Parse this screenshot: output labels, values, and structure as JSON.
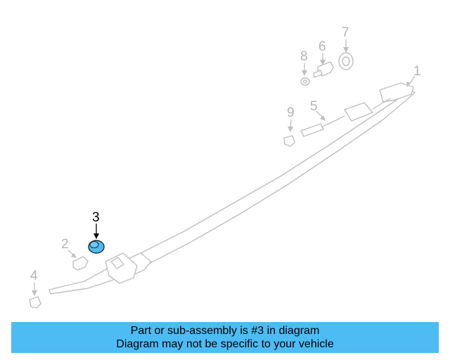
{
  "diagram": {
    "callouts": [
      {
        "id": "1",
        "label": "1"
      },
      {
        "id": "2",
        "label": "2"
      },
      {
        "id": "3",
        "label": "3"
      },
      {
        "id": "4",
        "label": "4"
      },
      {
        "id": "5",
        "label": "5"
      },
      {
        "id": "6",
        "label": "6"
      },
      {
        "id": "7",
        "label": "7"
      },
      {
        "id": "8",
        "label": "8"
      },
      {
        "id": "9",
        "label": "9"
      }
    ],
    "highlighted_part": "3",
    "highlight_color": "#4dbbf4"
  },
  "banner": {
    "line1": "Part or sub-assembly is #3 in diagram",
    "line2": "Diagram may not be specific to your vehicle",
    "background": "#4dbbf4"
  }
}
